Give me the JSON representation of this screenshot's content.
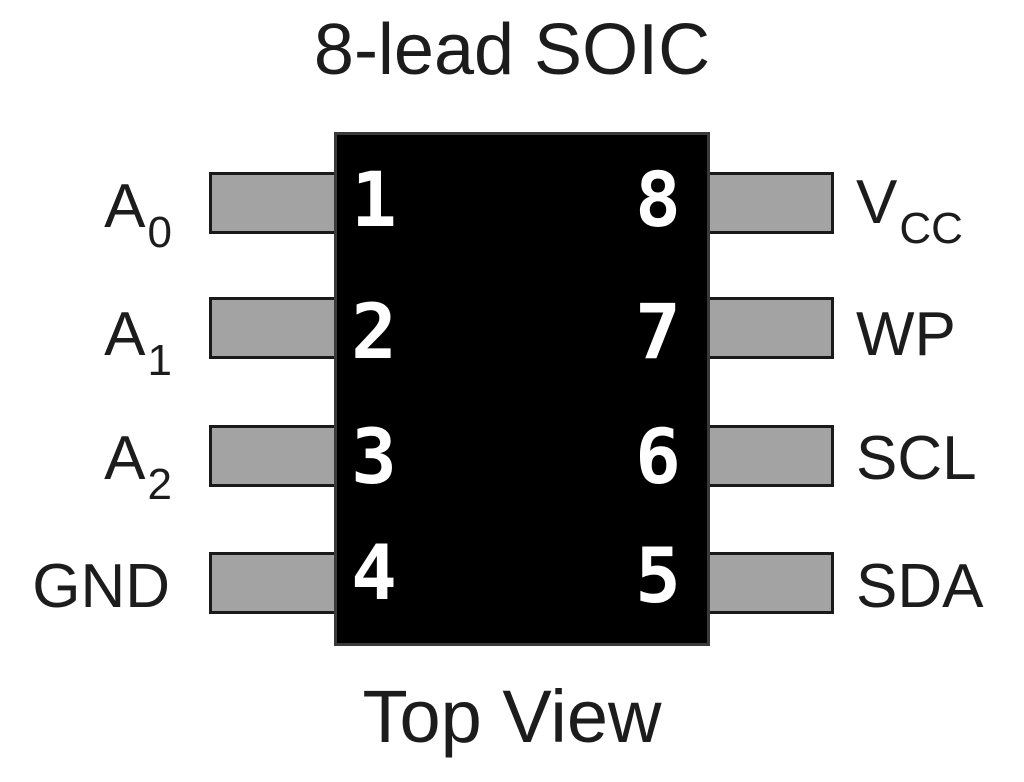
{
  "title": "8-lead SOIC",
  "footer": "Top View",
  "pins": [
    {
      "number": "1",
      "name": "A",
      "sub": "0"
    },
    {
      "number": "2",
      "name": "A",
      "sub": "1"
    },
    {
      "number": "3",
      "name": "A",
      "sub": "2"
    },
    {
      "number": "4",
      "name": "GND",
      "sub": ""
    },
    {
      "number": "5",
      "name": "SDA",
      "sub": ""
    },
    {
      "number": "6",
      "name": "SCL",
      "sub": ""
    },
    {
      "number": "7",
      "name": "WP",
      "sub": ""
    },
    {
      "number": "8",
      "name": "V",
      "sub": "CC"
    }
  ],
  "colors": {
    "body": "#000000",
    "pin": "#a3a3a3",
    "text": "#1c1c1c",
    "pin_number": "#ffffff"
  }
}
